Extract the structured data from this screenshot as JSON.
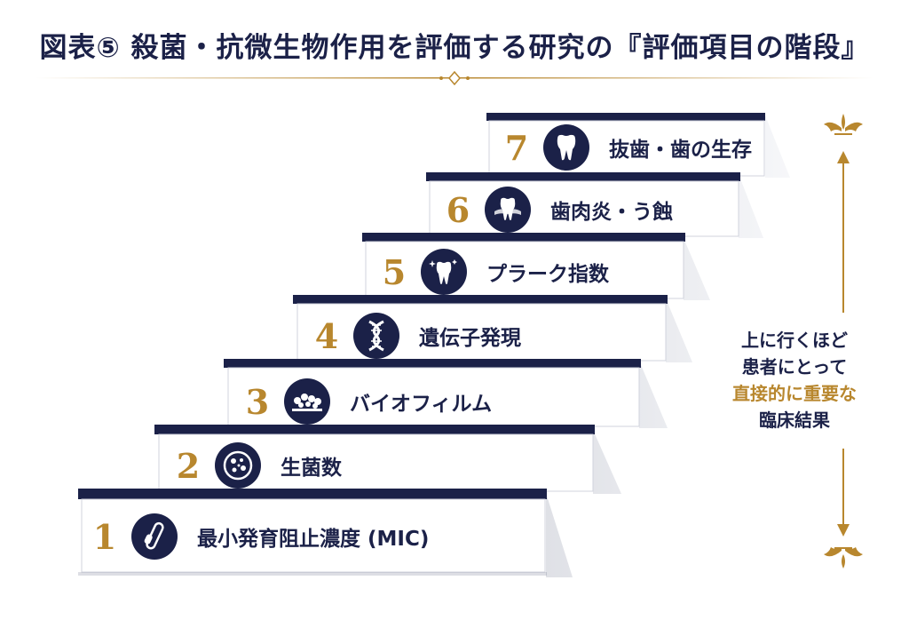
{
  "title": "図表⑤ 殺菌・抗微生物作用を評価する研究の『評価項目の階段』",
  "steps": [
    {
      "num": "1",
      "label": "最小発育阻止濃度 (MIC)",
      "icon": "test-tube-icon"
    },
    {
      "num": "2",
      "label": "生菌数",
      "icon": "bacteria-dish-icon"
    },
    {
      "num": "3",
      "label": "バイオフィルム",
      "icon": "biofilm-icon"
    },
    {
      "num": "4",
      "label": "遺伝子発現",
      "icon": "dna-icon"
    },
    {
      "num": "5",
      "label": "プラーク指数",
      "icon": "sparkling-tooth-icon"
    },
    {
      "num": "6",
      "label": "歯肉炎・う蝕",
      "icon": "gum-tooth-icon"
    },
    {
      "num": "7",
      "label": "抜歯・歯の生存",
      "icon": "tooth-icon"
    }
  ],
  "side_note": {
    "line1": "上に行くほど",
    "line2": "患者にとって",
    "line3": "直接的に重要な",
    "line4": "臨床結果"
  },
  "colors": {
    "navy": "#1b2148",
    "gold": "#b8872e"
  }
}
